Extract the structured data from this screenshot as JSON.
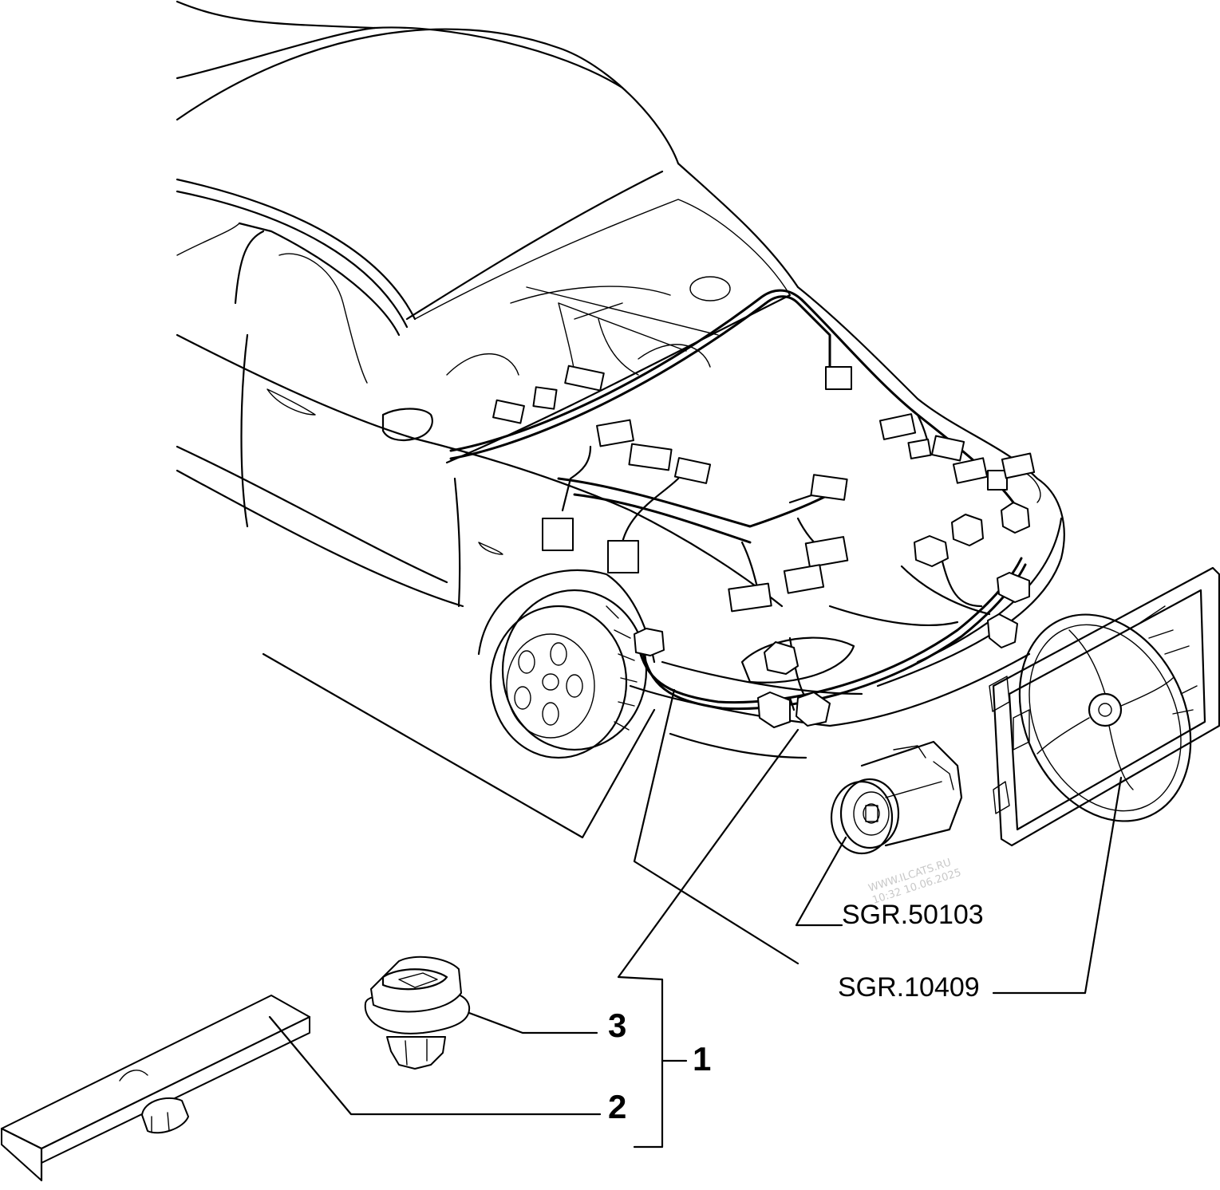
{
  "callouts": {
    "item_1": "1",
    "item_2": "2",
    "item_3": "3"
  },
  "references": {
    "compressor_ref": "SGR.50103",
    "harness_ref": "SGR.10409"
  },
  "watermark": {
    "line1": "WWW.ILCATS.RU",
    "line2": "10:32 10.06.2025"
  }
}
